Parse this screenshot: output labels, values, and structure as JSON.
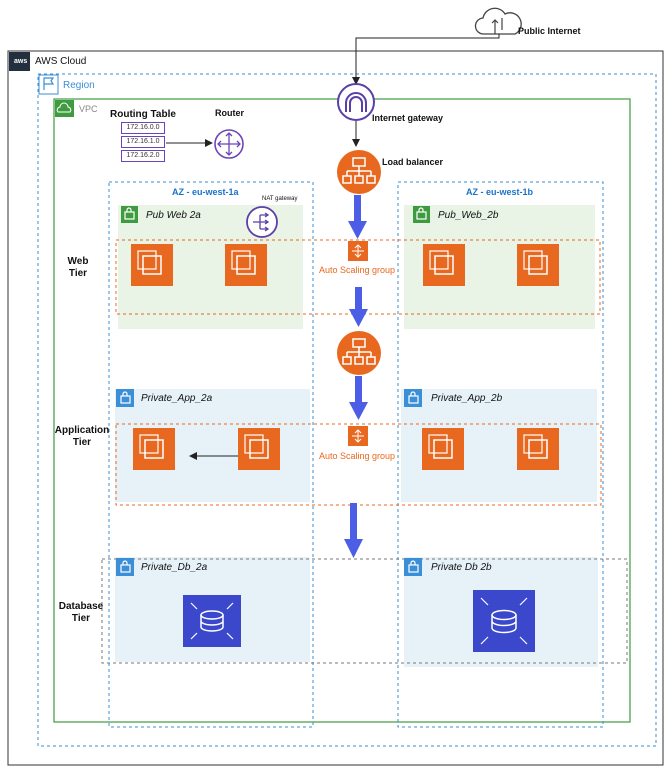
{
  "public_internet": "Public Internet",
  "aws_cloud": "AWS Cloud",
  "aws_logo_text": "aws",
  "region": "Region",
  "vpc": "VPC",
  "routing_table": {
    "title": "Routing Table",
    "entries": [
      "172.16.0.0",
      "172.16.1.0",
      "172.16.2.0"
    ]
  },
  "router": "Router",
  "internet_gateway": "Internet gateway",
  "load_balancer": "Load balancer",
  "nat_gateway": "NAT gateway",
  "az_a": "AZ - eu-west-1a",
  "az_b": "AZ - eu-west-1b",
  "subnets": {
    "pub_web_2a": "Pub  Web  2a",
    "pub_web_2b": "Pub_Web_2b",
    "private_app_2a": "Private_App_2a",
    "private_app_2b": "Private_App_2b",
    "private_db_2a": "Private_Db_2a",
    "private_db_2b": "Private  Db  2b"
  },
  "tiers": {
    "web_line1": "Web",
    "web_line2": "Tier",
    "app_line1": "Application",
    "app_line2": "Tier",
    "db_line1": "Database",
    "db_line2": "Tier"
  },
  "auto_scaling_group": "Auto Scaling group",
  "colors": {
    "ec2": "#e8681f",
    "rds": "#3b48cc",
    "vpc_border": "#3f9b3f",
    "az_border": "#3a8fd6",
    "asg_border": "#e8681f",
    "public_subnet_fill": "#e9f3e6",
    "private_subnet_fill": "#e6f2f8",
    "flow_arrow": "#4d5ee6",
    "igw": "#5a3fa8"
  }
}
